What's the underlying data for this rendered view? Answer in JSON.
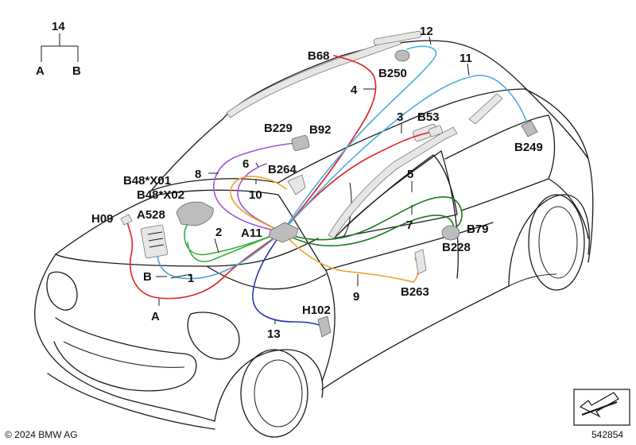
{
  "wire_colors": {
    "harness_1_B": "#4a9fd4",
    "harness_2": "#3ab03a",
    "harness_3": "#e02020",
    "harness_4": "#e02020",
    "harness_A": "#e02020",
    "harness_5_7": "#1e7a1e",
    "harness_8": "#a056d6",
    "harness_9": "#f0a020",
    "harness_10": "#f0a020",
    "harness_11": "#4aaee0",
    "harness_12": "#4aaee0",
    "harness_13": "#2a3ab0"
  },
  "legend": {
    "number": "14",
    "branch_a": "A",
    "branch_b": "B"
  },
  "labels": {
    "l1": "1",
    "l2": "2",
    "l3": "3",
    "l4": "4",
    "l5": "5",
    "l6": "6",
    "l7": "7",
    "l8": "8",
    "l9": "9",
    "l10": "10",
    "l11": "11",
    "l12": "12",
    "l13": "13",
    "A": "A",
    "B": "B",
    "A11": "A11",
    "A528": "A528",
    "H09": "H09",
    "H102": "H102",
    "B48X01": "B48*X01",
    "B48X02": "B48*X02",
    "B53": "B53",
    "B68": "B68",
    "B79": "B79",
    "B92": "B92",
    "B228": "B228",
    "B229": "B229",
    "B249": "B249",
    "B250": "B250",
    "B263": "B263",
    "B264": "B264"
  },
  "footer": {
    "copyright": "© 2024 BMW AG",
    "diagram_number": "542854"
  },
  "icons": {
    "nav_arrow": "arrow-box-icon"
  }
}
